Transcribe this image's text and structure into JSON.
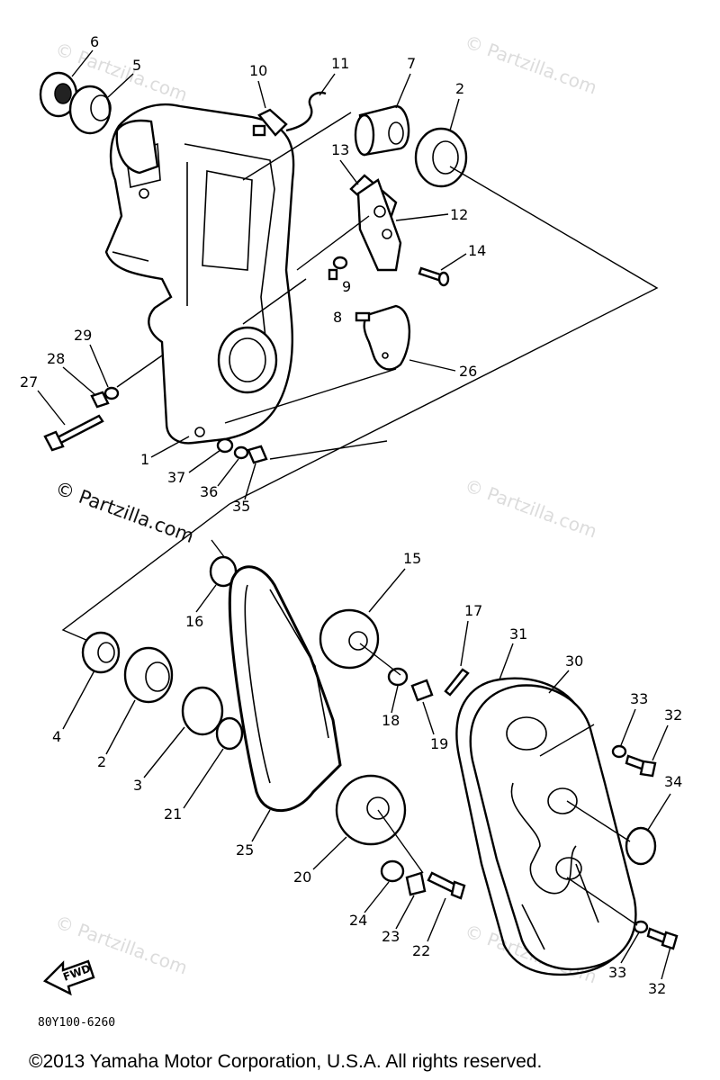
{
  "watermark": {
    "primary": "© Partzilla.com",
    "faint": "© Partzilla.com"
  },
  "diagram_code": "80Y100-6260",
  "fwd_label": "FWD",
  "copyright": "©2013  Yamaha Motor Corporation, U.S.A. All rights reserved.",
  "callouts": [
    "1",
    "2",
    "3",
    "4",
    "5",
    "6",
    "7",
    "8",
    "9",
    "10",
    "11",
    "12",
    "13",
    "14",
    "15",
    "16",
    "17",
    "18",
    "19",
    "20",
    "21",
    "22",
    "23",
    "24",
    "25",
    "26",
    "27",
    "28",
    "29",
    "30",
    "31",
    "32",
    "33",
    "34",
    "35",
    "36",
    "37"
  ],
  "callouts_repeated": {
    "second_2": "2",
    "second_32": "32",
    "second_33": "33"
  }
}
